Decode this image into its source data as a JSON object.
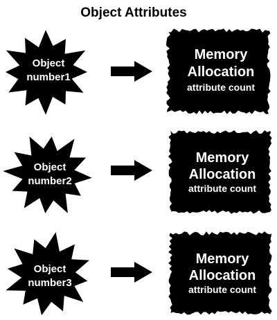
{
  "title": "Object Attributes",
  "colors": {
    "background": "#ffffff",
    "shape_fill": "#000000",
    "shape_text": "#ffffff",
    "title_text": "#000000"
  },
  "rows": [
    {
      "object_line1": "Object",
      "object_line2": "number1",
      "memory_line1": "Memory",
      "memory_line2": "Allocation",
      "memory_line3": "attribute count"
    },
    {
      "object_line1": "Object",
      "object_line2": "number2",
      "memory_line1": "Memory",
      "memory_line2": "Allocation",
      "memory_line3": "attribute count"
    },
    {
      "object_line1": "Object",
      "object_line2": "number3",
      "memory_line1": "Memory",
      "memory_line2": "Allocation",
      "memory_line3": "attribute count"
    }
  ]
}
